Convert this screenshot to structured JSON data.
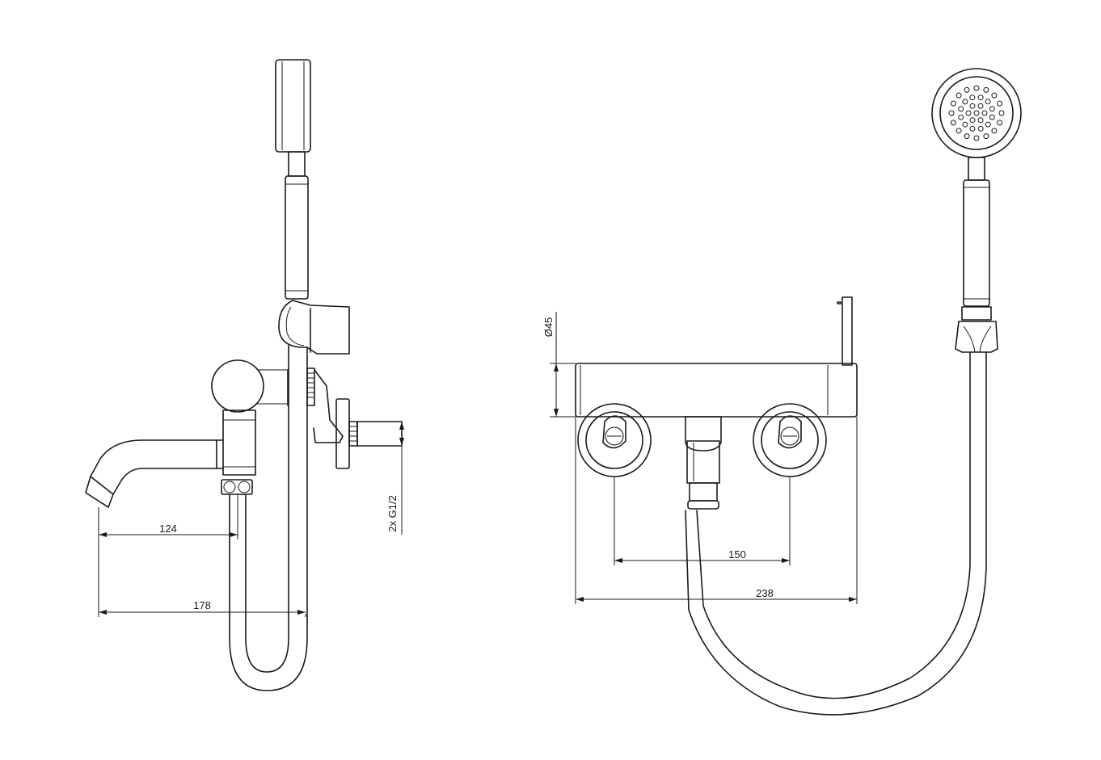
{
  "dimensions": {
    "side_spout_reach": "124",
    "side_total_depth": "178",
    "inlet_thread": "2x G1/2",
    "body_diameter": "Ø45",
    "inlet_spacing": "150",
    "body_width": "238"
  }
}
